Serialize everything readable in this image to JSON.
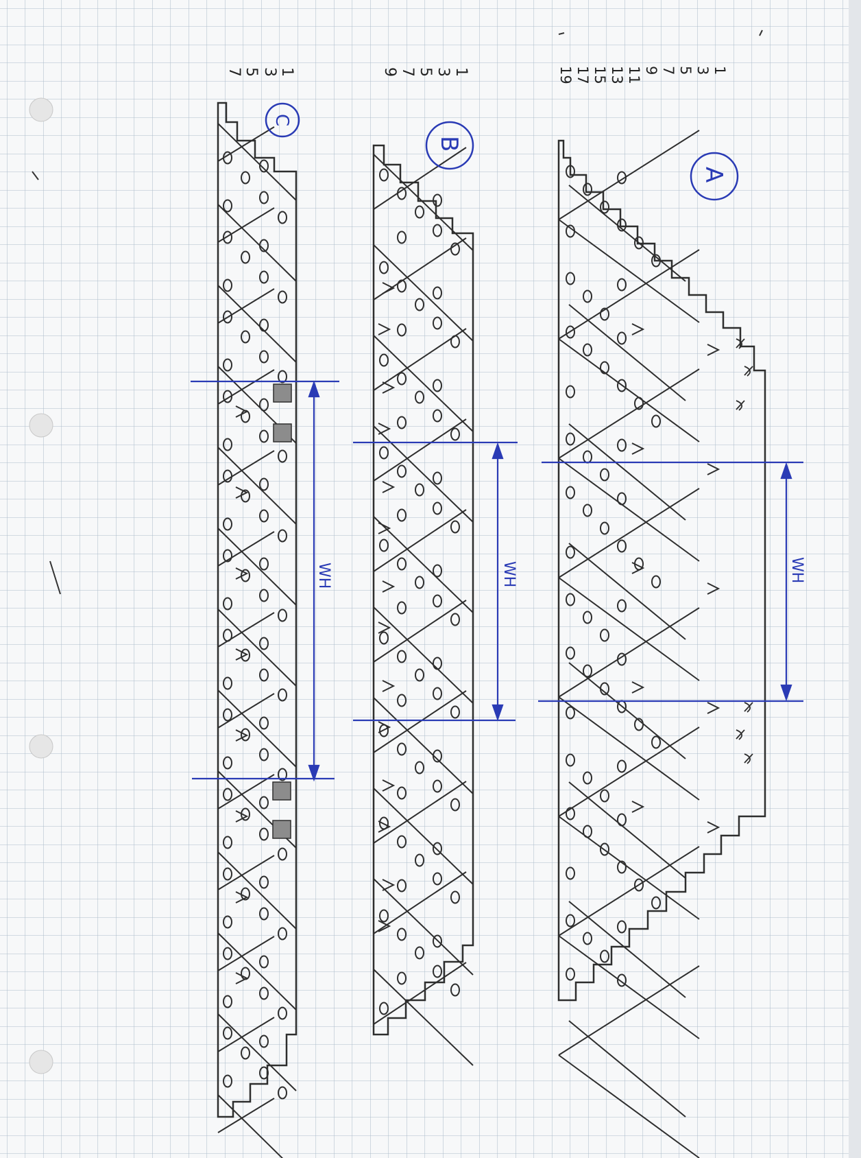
{
  "charts": [
    {
      "id": "C",
      "label": "C",
      "row_numbers": [
        "7",
        "5",
        "3",
        "1"
      ]
    },
    {
      "id": "B",
      "label": "B",
      "row_numbers": [
        "9",
        "7",
        "5",
        "3",
        "1"
      ]
    },
    {
      "id": "A",
      "label": "A",
      "row_numbers": [
        "19",
        "17",
        "15",
        "13",
        "11",
        "9",
        "7",
        "5",
        "3",
        "1"
      ]
    }
  ],
  "repeat_marker": "WH",
  "colors": {
    "paper": "#f7f8f9",
    "grid": "#aebdcc",
    "pencil": "#2e2e2e",
    "ink_blue": "#2a3bb5",
    "shaded_cell": "#8c8c8c"
  },
  "symbols": {
    "yarn_over": "o",
    "decrease": "/",
    "double_decrease": "v",
    "twisted": "x"
  }
}
